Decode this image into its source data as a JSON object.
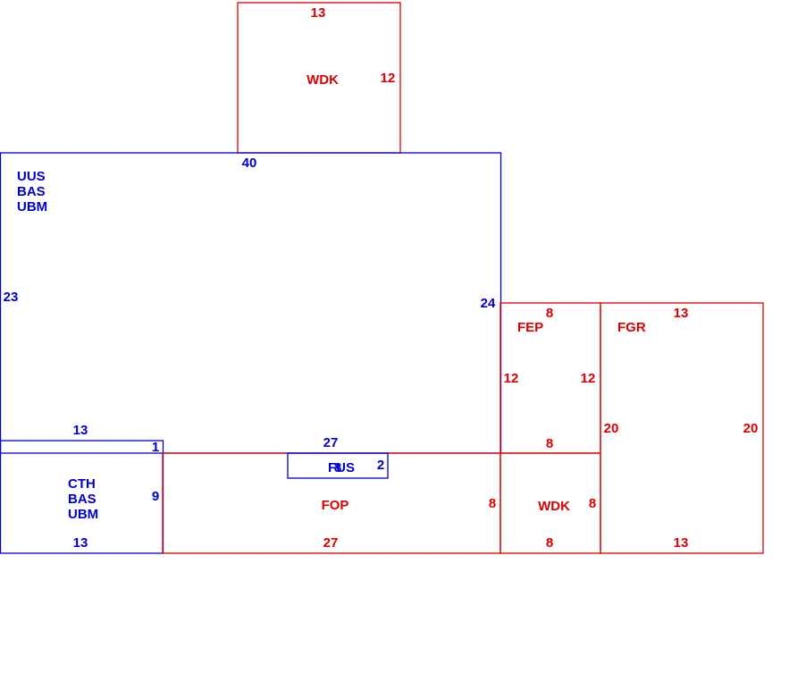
{
  "colors": {
    "blue": "#0000cc",
    "red": "#dd0000"
  },
  "regions": {
    "wdk_top": {
      "code": "WDK",
      "top": "13",
      "right": "12"
    },
    "uus": {
      "codes": [
        "UUS",
        "BAS",
        "UBM"
      ],
      "top": "40",
      "left": "23",
      "right": "24",
      "bottom": "27"
    },
    "cth": {
      "codes": [
        "CTH",
        "BAS",
        "UBM"
      ],
      "top": "13",
      "right_small": "1",
      "right": "9",
      "bottom": "13"
    },
    "fop": {
      "code": "FOP",
      "right": "8",
      "bottom": "27"
    },
    "fus": {
      "code": "FUS",
      "inner": "8",
      "right": "2"
    },
    "fep": {
      "code": "FEP",
      "top": "8",
      "left": "12",
      "right": "12",
      "bottom": "8"
    },
    "wdk_bottom": {
      "code": "WDK",
      "right": "8",
      "bottom": "8"
    },
    "fgr": {
      "code": "FGR",
      "top": "13",
      "left": "20",
      "right": "20",
      "bottom": "13"
    }
  }
}
